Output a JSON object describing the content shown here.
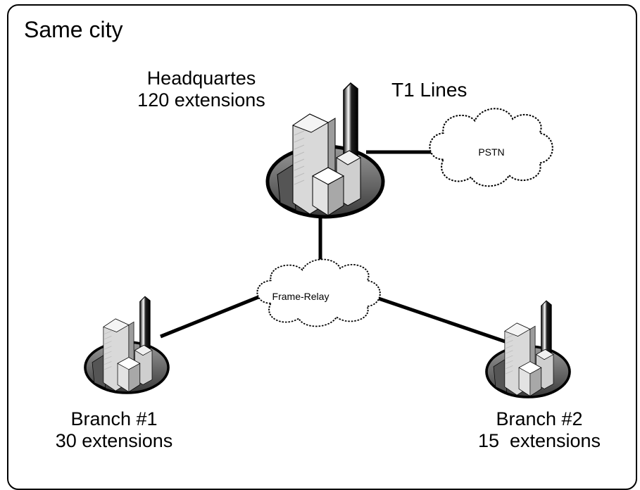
{
  "title": "Same city",
  "headquarters": {
    "name": "Headquartes",
    "extensions": "120 extensions"
  },
  "t1_label": "T1 Lines",
  "pstn_label": "PSTN",
  "frame_relay_label": "Frame-Relay",
  "branch1": {
    "name": "Branch #1",
    "extensions": "30 extensions"
  },
  "branch2": {
    "name": "Branch #2",
    "extensions": "15  extensions"
  }
}
